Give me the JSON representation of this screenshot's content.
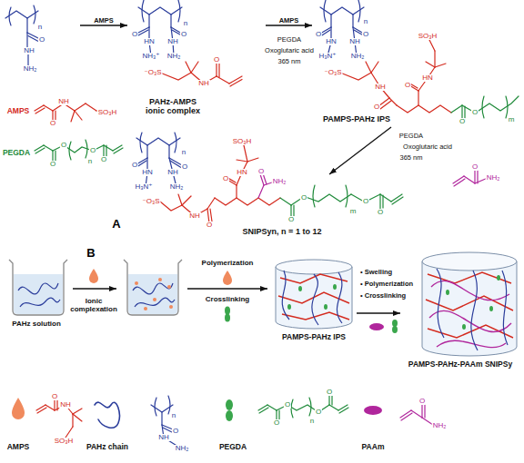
{
  "diagram": {
    "nodes": [
      {
        "text": [
          "O",
          "NH",
          "NH₂"
        ]
      },
      {
        "text": [
          "PAHz-AMPS ionic complex"
        ]
      },
      {
        "text": [
          "PAMPS-PAHz IPS"
        ]
      },
      {
        "text": [
          "SNIPSyn, n = 1 to 12"
        ]
      },
      {
        "text": [
          "PAMPS-PAHz IPS"
        ]
      },
      {
        "text": [
          "PAMPS-PAHz-PAAm SNIPSy"
        ]
      }
    ],
    "edges": [
      {
        "from": 0,
        "to": 1,
        "label": "AMPS",
        "arrow": "to"
      },
      {
        "from": 1,
        "to": 2,
        "label": "AMPS",
        "arrow": "to"
      },
      {
        "from": 2,
        "to": 3,
        "arrow": "to"
      },
      {
        "from": 4,
        "to": 5,
        "arrow": "to"
      }
    ],
    "labels": [
      "n",
      "n",
      "O",
      "HN",
      "NH₃⁺",
      "O",
      "NH",
      "NH₂",
      "⁻O₃S",
      "NH",
      "O",
      "PEGDA",
      "Oxoglutaric acid",
      "365 nm",
      "n",
      "O",
      "HN",
      "H₃N⁺",
      "O",
      "NH",
      "NH₂",
      "⁻O₃S",
      "NH",
      "O",
      "O",
      "HN",
      "SO₃H",
      "O",
      "O",
      "m",
      "PEGDA",
      "Oxoglutaric acid",
      "365 nm",
      "O",
      "NH₂",
      "AMPS",
      "O",
      "NH",
      "SO₃H",
      "PEGDA",
      "O",
      "O",
      "n",
      "O",
      "O",
      "n",
      "O",
      "HN",
      "H₃N⁺",
      "O",
      "NH",
      "NH₂",
      "⁻O₃S",
      "NH",
      "O",
      "O",
      "HN",
      "SO₃H",
      "O",
      "NH₂",
      "O",
      "O",
      "m",
      "O",
      "O",
      "A",
      "B",
      "PAHz solution",
      "Ionic complexation",
      "Polymerization",
      "Crosslinking",
      "• Swelling",
      "• Polymerization",
      "• Crosslinking",
      "O",
      "NH",
      "SO₃H",
      "n",
      "O",
      "NH",
      "NH₂",
      "O",
      "O",
      "n",
      "O",
      "O",
      "O",
      "NH₂"
    ],
    "legend": [
      {
        "text": "AMPS"
      },
      {
        "text": "PAHz chain"
      },
      {
        "text": "PEGDA"
      },
      {
        "text": "PAAm"
      }
    ]
  }
}
